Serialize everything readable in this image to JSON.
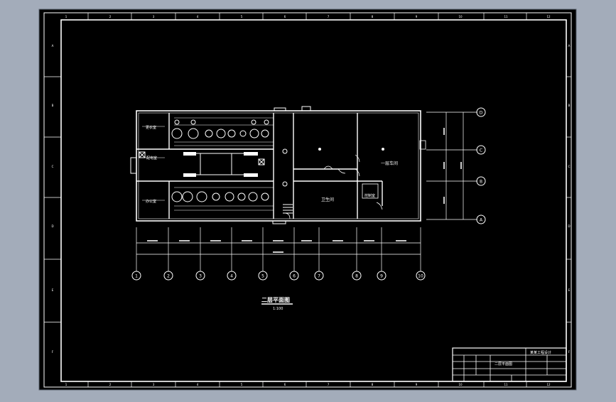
{
  "colors": {
    "desktop": "#a3acba",
    "paper": "#000000",
    "line": "#ffffff",
    "frame_edge": "#5d6672"
  },
  "border_marks": {
    "top_columns": [
      "1",
      "2",
      "3",
      "4",
      "5",
      "6",
      "7",
      "8",
      "9",
      "10",
      "11",
      "12"
    ],
    "bottom_columns": [
      "1",
      "2",
      "3",
      "4",
      "5",
      "6",
      "7",
      "8",
      "9",
      "10",
      "11",
      "12"
    ],
    "rows": [
      "A",
      "B",
      "C",
      "D",
      "E",
      "F"
    ]
  },
  "plan": {
    "title": "二层平面图",
    "scale": "1:100",
    "grid_columns": [
      "1",
      "2",
      "3",
      "4",
      "5",
      "6",
      "7",
      "8",
      "9",
      "10"
    ],
    "grid_rows": [
      "D",
      "C",
      "B",
      "A"
    ],
    "room_labels": [
      "一层车间",
      "卫生间",
      "控制室",
      "更衣室",
      "办公室",
      "配电室"
    ]
  },
  "title_block": {
    "drawing_name": "二层平面图",
    "project": "某某工程设计"
  }
}
